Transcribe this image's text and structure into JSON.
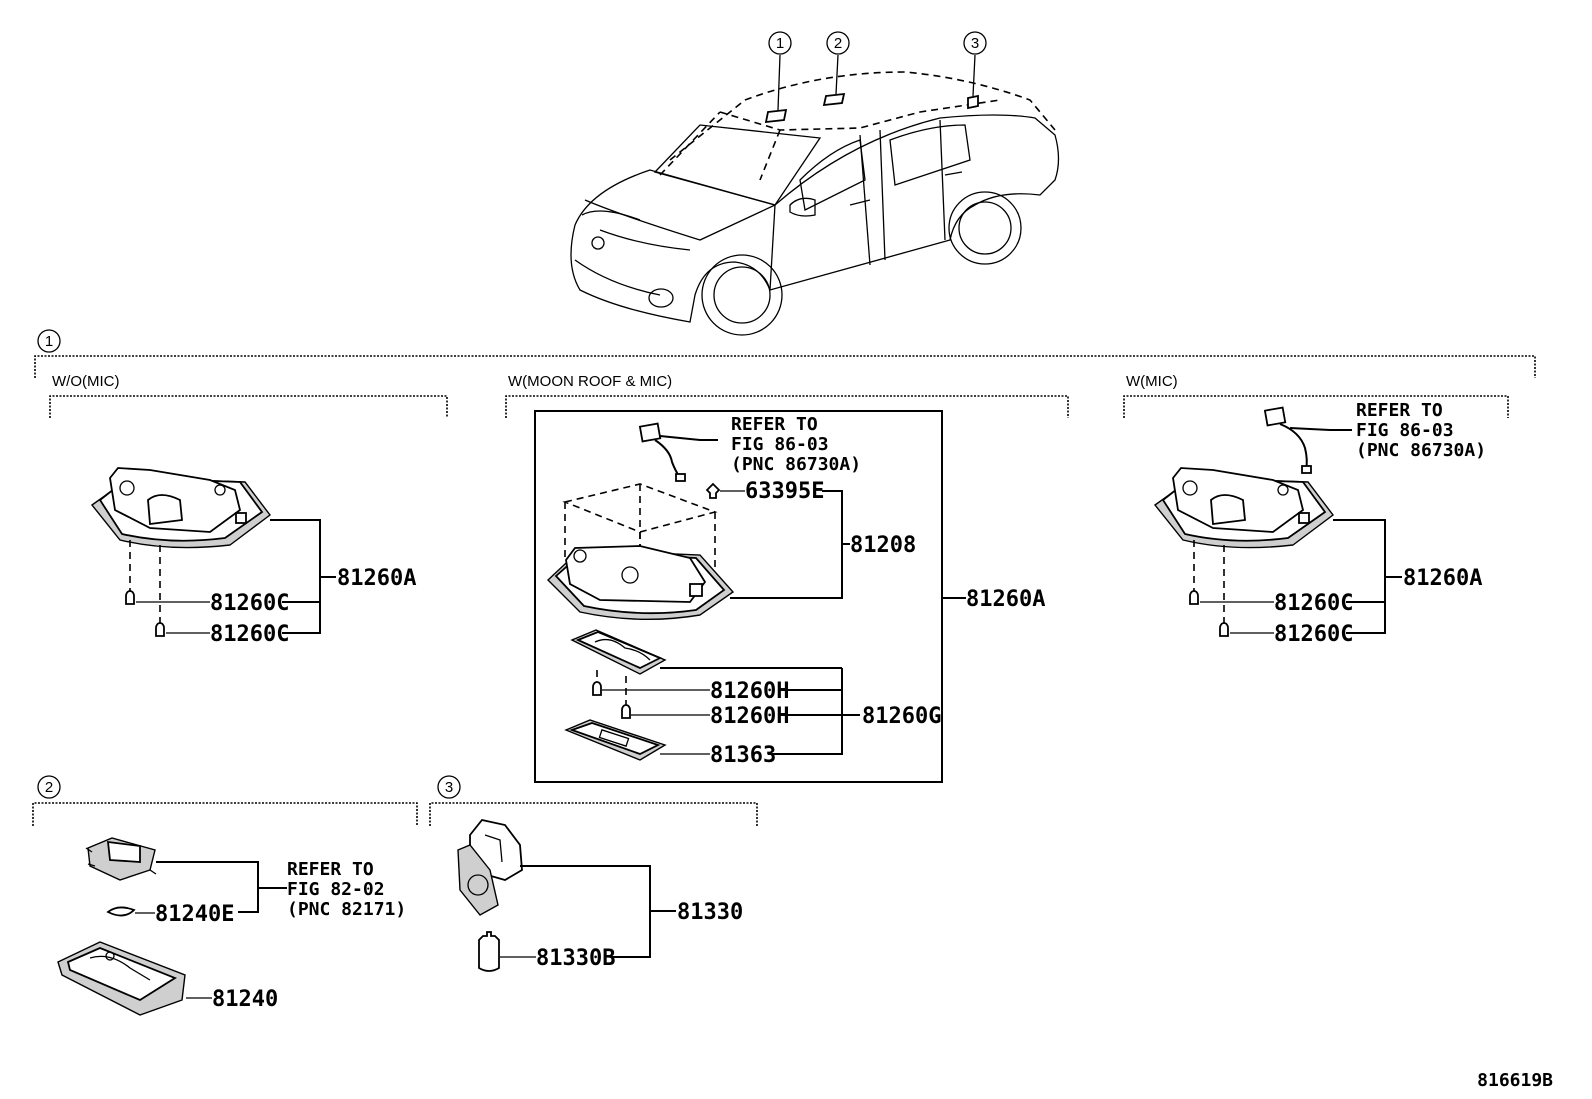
{
  "diagram_id": "816619B",
  "callouts": [
    "1",
    "2",
    "3"
  ],
  "sections": {
    "s1": {
      "marker": "1",
      "wo_mic": {
        "title": "W/O(MIC)",
        "assembly": "81260A",
        "bulb1": "81260C",
        "bulb2": "81260C"
      },
      "moon_roof": {
        "title": "W(MOON ROOF & MIC)",
        "refer": [
          "REFER TO",
          "FIG 86-03",
          "(PNC 86730A)"
        ],
        "clip": "63395E",
        "housing": "81208",
        "assembly": "81260A",
        "bulb1": "81260H",
        "bulb2": "81260H",
        "lens": "81363",
        "sub_assembly": "81260G"
      },
      "w_mic": {
        "title": "W(MIC)",
        "refer": [
          "REFER TO",
          "FIG 86-03",
          "(PNC 86730A)"
        ],
        "assembly": "81260A",
        "bulb1": "81260C",
        "bulb2": "81260C"
      }
    },
    "s2": {
      "marker": "2",
      "refer": [
        "REFER TO",
        "FIG 82-02",
        "(PNC 82171)"
      ],
      "bulb": "81240E",
      "lamp": "81240"
    },
    "s3": {
      "marker": "3",
      "lamp": "81330",
      "bulb": "81330B"
    }
  }
}
